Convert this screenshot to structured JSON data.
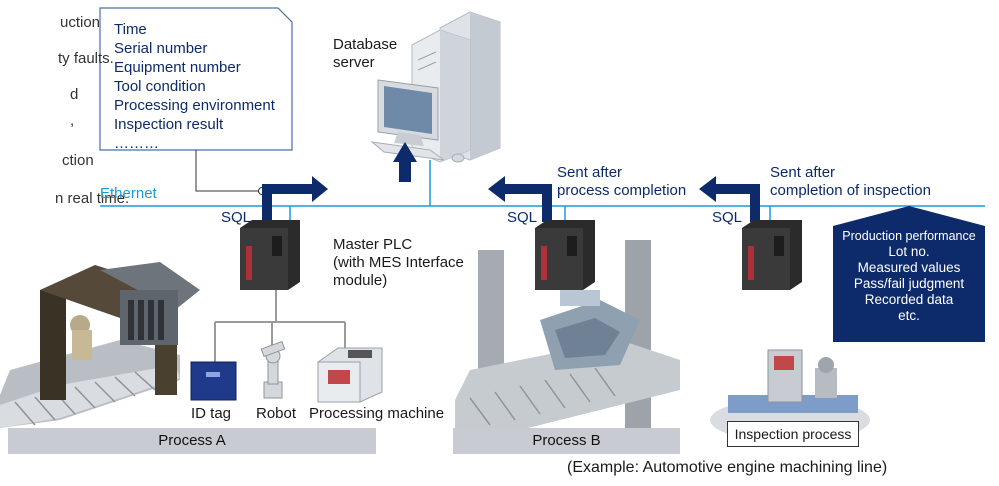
{
  "left_fragments": [
    "uction",
    "ty faults.",
    "d",
    ",",
    "ction",
    "n real time."
  ],
  "callout_items": [
    "Time",
    "Serial number",
    "Equipment number",
    "Tool condition",
    "Processing environment",
    "Inspection result",
    "………"
  ],
  "database_server_label": [
    "Database",
    "server"
  ],
  "ethernet_label": "Ethernet",
  "sql_label": "SQL",
  "sent_after_process": [
    "Sent after",
    "process completion"
  ],
  "sent_after_inspection": [
    "Sent after",
    "completion of inspection"
  ],
  "master_plc_label": [
    "Master PLC",
    "(with MES Interface",
    "module)"
  ],
  "device_labels": {
    "id_tag": "ID tag",
    "robot": "Robot",
    "processing_machine": "Processing machine"
  },
  "processes": {
    "a": "Process A",
    "b": "Process B",
    "inspection": "Inspection process"
  },
  "performance_items": [
    "Production performance",
    "Lot no.",
    "Measured values",
    "Pass/fail judgment",
    "Recorded data",
    "etc."
  ],
  "example_caption": "(Example: Automotive engine machining line)",
  "colors": {
    "ethernet": "#1a9bd7",
    "navy": "#0d2a6b",
    "plc_body": "#2b2b2b",
    "plc_accent": "#b0303a",
    "band": "#c8ccd2"
  }
}
